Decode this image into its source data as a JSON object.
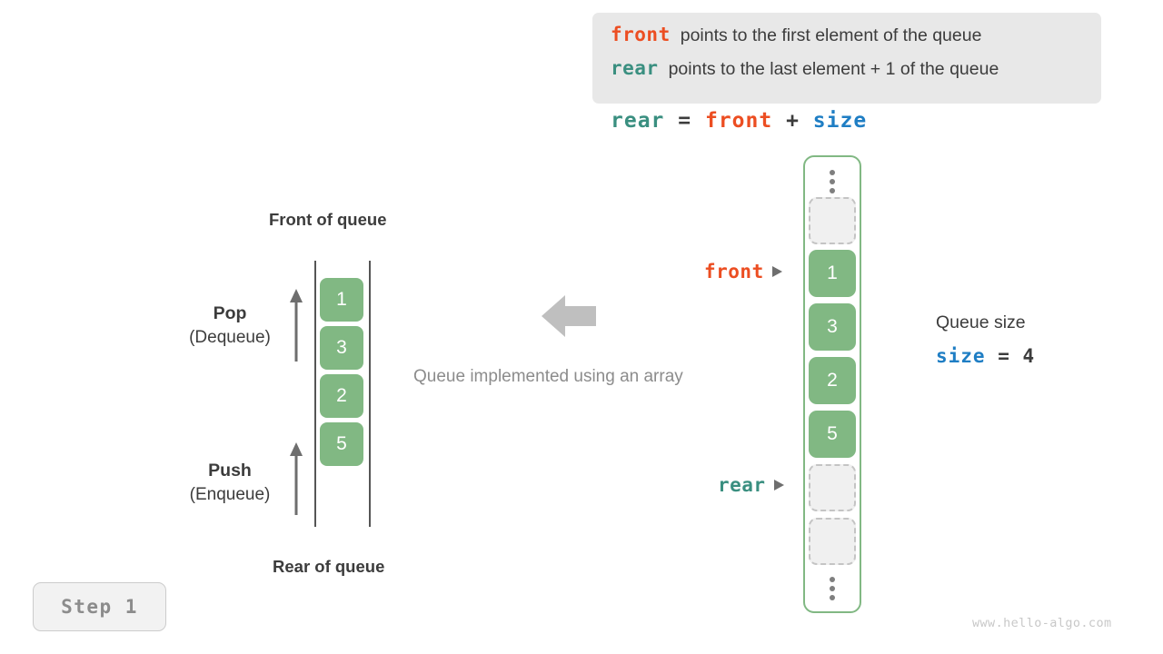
{
  "info_box": {
    "lines": [
      {
        "keyword": "front",
        "keyword_color": "#ec4e22",
        "text": "points to the first element of the queue"
      },
      {
        "keyword": "rear",
        "keyword_color": "#3a8f80",
        "text": "points to the last element + 1 of the queue"
      }
    ],
    "background": "#e8e8e8"
  },
  "formula": {
    "lhs": "rear",
    "equals": "=",
    "term1": "front",
    "plus": "+",
    "term2": "size"
  },
  "left_diagram": {
    "front_label": "Front of queue",
    "rear_label": "Rear of queue",
    "pop": {
      "title": "Pop",
      "subtitle": "(Dequeue)"
    },
    "push": {
      "title": "Push",
      "subtitle": "(Enqueue)"
    },
    "cells": [
      "1",
      "3",
      "2",
      "5"
    ],
    "cell_color": "#81b883"
  },
  "center": {
    "caption": "Queue implemented using an array",
    "arrow_color": "#bfbfbf",
    "arrow_direction": "left"
  },
  "array": {
    "border_color": "#81b883",
    "top_ellipsis": "⋮",
    "bottom_ellipsis": "⋮",
    "slots": [
      {
        "value": "",
        "state": "empty"
      },
      {
        "value": "1",
        "state": "filled"
      },
      {
        "value": "3",
        "state": "filled"
      },
      {
        "value": "2",
        "state": "filled"
      },
      {
        "value": "5",
        "state": "filled"
      },
      {
        "value": "",
        "state": "empty"
      },
      {
        "value": "",
        "state": "empty"
      }
    ],
    "pointers": {
      "front": {
        "label": "front",
        "color": "#ec4e22"
      },
      "rear": {
        "label": "rear",
        "color": "#3a8f80"
      }
    }
  },
  "queue_size": {
    "title": "Queue size",
    "var_name": "size",
    "equals": "=",
    "value": "4",
    "var_color": "#1f7ec4"
  },
  "step_badge": {
    "label": "Step 1"
  },
  "watermark": {
    "text": "www.hello-algo.com"
  }
}
